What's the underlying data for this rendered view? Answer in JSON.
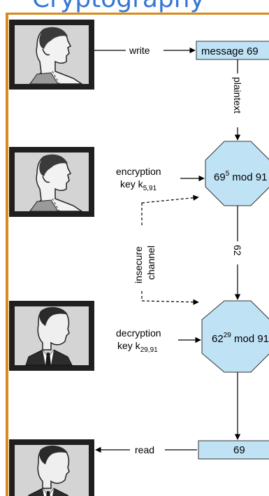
{
  "slide_title": "Cryptography",
  "colors": {
    "accent_blue": "#3478d6",
    "frame_orange": "#d98a1a",
    "node_fill": "#bfe3f5"
  },
  "people": [
    {
      "name": "sender",
      "icon": "man-profile-icon"
    },
    {
      "name": "encryptor",
      "icon": "man-profile-icon"
    },
    {
      "name": "decryptor",
      "icon": "man-suit-icon"
    },
    {
      "name": "receiver",
      "icon": "man-suit-icon"
    }
  ],
  "edges": {
    "write": "write",
    "plaintext": "plaintext",
    "encryption_key_line1": "encryption",
    "encryption_key_line2": "key k",
    "encryption_key_sub": "5,91",
    "insecure_line1": "insecure",
    "insecure_line2": "channel",
    "ciphertext_value": "62",
    "decryption_key_line1": "decryption",
    "decryption_key_line2": "key k",
    "decryption_key_sub": "29,91",
    "read": "read"
  },
  "nodes": {
    "message": "message 69",
    "encrypt_base": "69",
    "encrypt_exp": "5",
    "encrypt_mod": " mod 91",
    "decrypt_base": "62",
    "decrypt_exp": "29",
    "decrypt_mod": " mod 91",
    "result": "69"
  }
}
